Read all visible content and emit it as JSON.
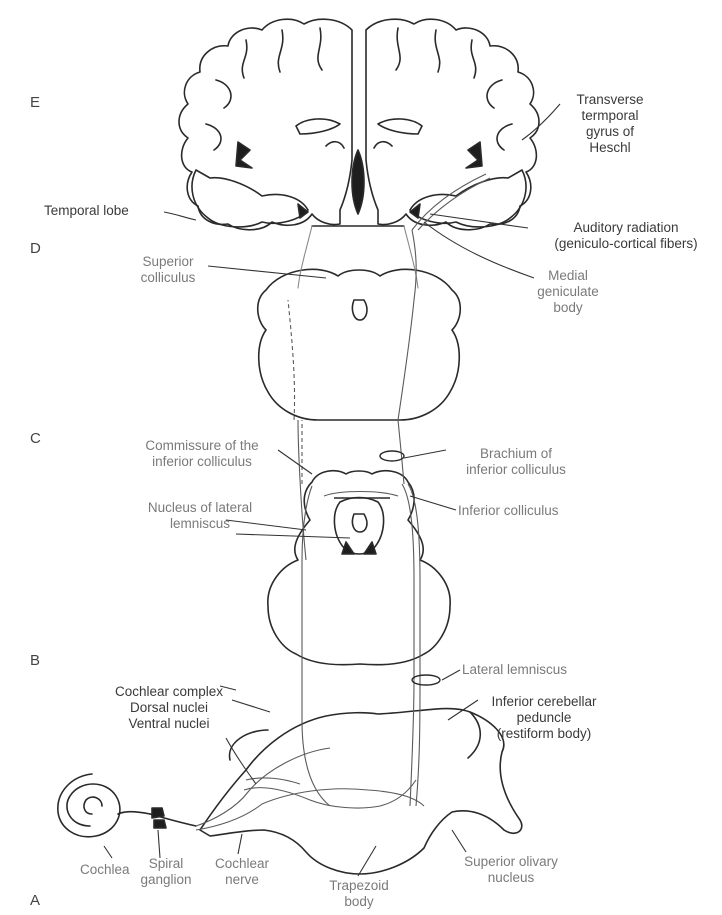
{
  "levels": {
    "E": "E",
    "D": "D",
    "C": "C",
    "B": "B",
    "A": "A"
  },
  "labels": {
    "transverse_temporal": [
      "Transverse",
      "termporal",
      "gyrus of",
      "Heschl"
    ],
    "temporal_lobe": [
      "Temporal lobe"
    ],
    "auditory_radiation": [
      "Auditory radiation",
      "(geniculo-cortical fibers)"
    ],
    "superior_colliculus": [
      "Superior",
      "colliculus"
    ],
    "medial_geniculate": [
      "Medial",
      "geniculate",
      "body"
    ],
    "commissure_inferior": [
      "Commissure of the",
      "inferior colliculus"
    ],
    "brachium_inferior": [
      "Brachium of",
      "inferior colliculus"
    ],
    "nucleus_lateral_lemniscus": [
      "Nucleus of lateral",
      "lemniscus"
    ],
    "inferior_colliculus": [
      "Inferior colliculus"
    ],
    "lateral_lemniscus": [
      "Lateral lemniscus"
    ],
    "cochlear_complex": [
      "Cochlear complex",
      "Dorsal nuclei",
      "Ventral nuclei"
    ],
    "inferior_cerebellar_peduncle": [
      "Inferior cerebellar",
      "peduncle",
      "(restiform body)"
    ],
    "cochlea": [
      "Cochlea"
    ],
    "spiral_ganglion": [
      "Spiral",
      "ganglion"
    ],
    "cochlear_nerve": [
      "Cochlear",
      "nerve"
    ],
    "trapezoid_body": [
      "Trapezoid",
      "body"
    ],
    "superior_olivary": [
      "Superior olivary",
      "nucleus"
    ]
  }
}
